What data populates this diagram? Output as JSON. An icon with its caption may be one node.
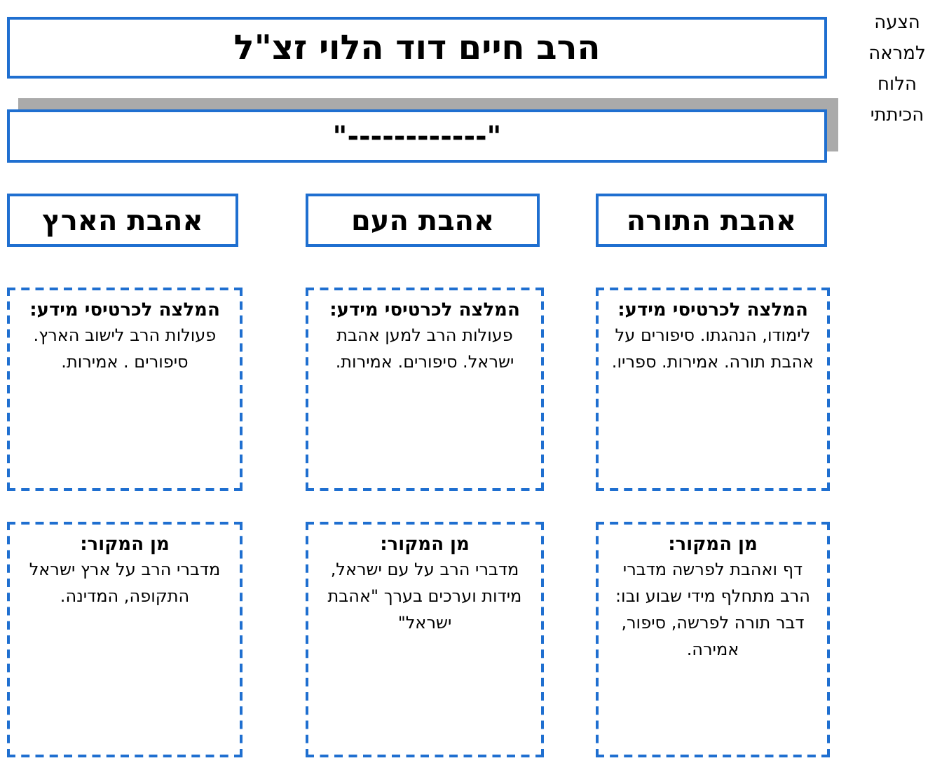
{
  "diagram": {
    "nodes": [
      {
        "text": [
          "הרב חיים דוד הלוי זצ\"ל"
        ]
      },
      {
        "text": [
          "\"------------\""
        ]
      },
      {
        "text": [
          "אהבת התורה"
        ]
      },
      {
        "text": [
          "אהבת העם"
        ]
      },
      {
        "text": [
          "אהבת הארץ"
        ]
      },
      {
        "text": [
          "המלצה לכרטיסי מידע:",
          "לימודו, הנהגתו. סיפורים על אהבת תורה. אמירות. ספריו."
        ]
      },
      {
        "text": [
          "המלצה לכרטיסי מידע:",
          "פעולות הרב למען אהבת ישראל. סיפורים. אמירות."
        ]
      },
      {
        "text": [
          "המלצה לכרטיסי מידע:",
          "פעולות הרב לישוב הארץ. סיפורים . אמירות."
        ]
      },
      {
        "text": [
          "מן המקור:",
          "דף ואהבת לפרשה מדברי הרב מתחלף מידי שבוע ובו: דבר תורה לפרשה, סיפור, אמירה."
        ]
      },
      {
        "text": [
          "מן המקור:",
          "מדברי הרב על עם ישראל, מידות וערכים בערך \"אהבת ישראל\""
        ]
      },
      {
        "text": [
          "מן המקור:",
          "מדברי הרב על ארץ ישראל התקופה, המדינה."
        ]
      }
    ],
    "edges": [],
    "labels": [
      "הצעה למראה הלוח הכיתתי"
    ]
  }
}
